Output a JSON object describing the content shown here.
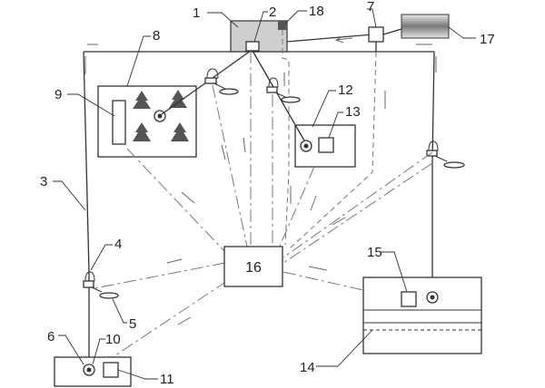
{
  "labels": {
    "l1": "1",
    "l2": "2",
    "l3": "3",
    "l4": "4",
    "l5": "5",
    "l6": "6",
    "l7": "7",
    "l8": "8",
    "l9": "9",
    "l10": "10",
    "l11": "11",
    "l12": "12",
    "l13": "13",
    "l14": "14",
    "l15": "15",
    "l16": "16",
    "l17": "17",
    "l18": "18"
  },
  "center_box_label": "16"
}
